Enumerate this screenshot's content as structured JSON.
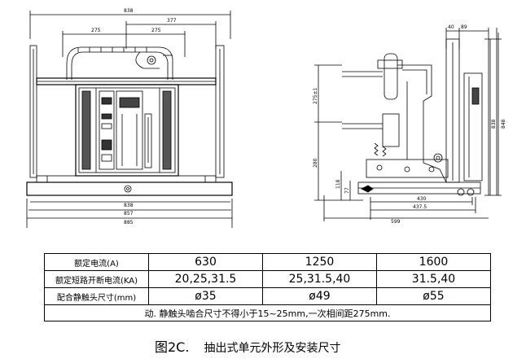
{
  "front_view": {
    "dimensions": {
      "overall_top": "838",
      "offset_right": "377",
      "span_left": "275",
      "span_right": "275",
      "bottom_1": "838",
      "bottom_2": "857",
      "bottom_3": "885"
    }
  },
  "side_view": {
    "dimensions": {
      "top_left": "40",
      "top_right": "89",
      "upper_height": "275±1",
      "height_1": "838",
      "height_2": "848",
      "lower_height": "280",
      "base_1": "118",
      "base_2": "77",
      "base_width_1": "430",
      "base_width_2": "437.5",
      "overall_width": "599"
    }
  },
  "spec_table": {
    "rows": [
      {
        "label": "额定电流(A)",
        "values": [
          "630",
          "1250",
          "1600"
        ]
      },
      {
        "label": "额定短路开断电流(KA)",
        "values": [
          "20,25,31.5",
          "25,31.5,40",
          "31.5,40"
        ]
      },
      {
        "label": "配合静触头尺寸(mm)",
        "values": [
          "ø35",
          "ø49",
          "ø55"
        ]
      }
    ],
    "note": "动. 静触头啮合尺寸不得小于15~25mm,一次相间距275mm."
  },
  "caption": {
    "figure_number": "图2C.",
    "title": "抽出式单元外形及安装尺寸"
  }
}
